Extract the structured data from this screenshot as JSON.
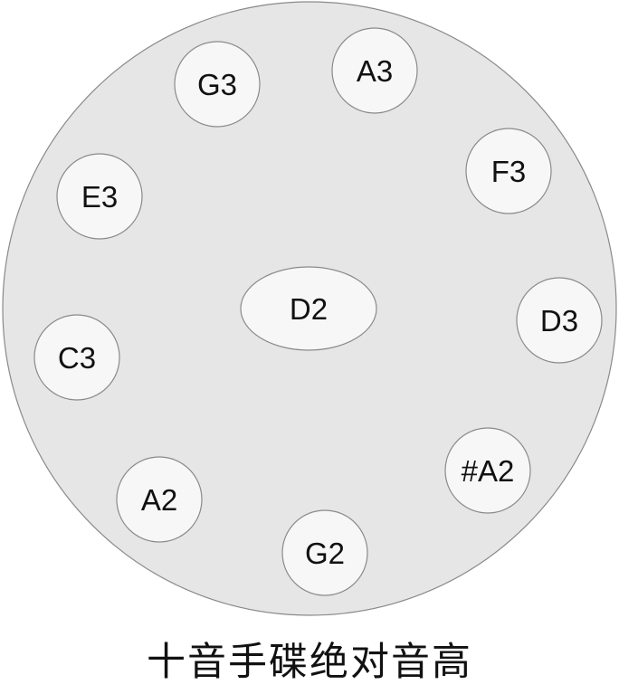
{
  "title": "十音手碟绝对音高",
  "colors": {
    "body_fill": "#e6e6e6",
    "body_stroke": "#8a8a8a",
    "note_fill": "#f7f7f7",
    "note_stroke": "#8a8a8a",
    "label": "#111111"
  },
  "ding": {
    "label": "D2"
  },
  "notes": [
    {
      "id": "a3",
      "label": "A3"
    },
    {
      "id": "g3",
      "label": "G3"
    },
    {
      "id": "f3",
      "label": "F3"
    },
    {
      "id": "e3",
      "label": "E3"
    },
    {
      "id": "d3",
      "label": "D3"
    },
    {
      "id": "c3",
      "label": "C3"
    },
    {
      "id": "sharp-a2",
      "label": "#A2"
    },
    {
      "id": "a2",
      "label": "A2"
    },
    {
      "id": "g2",
      "label": "G2"
    }
  ]
}
